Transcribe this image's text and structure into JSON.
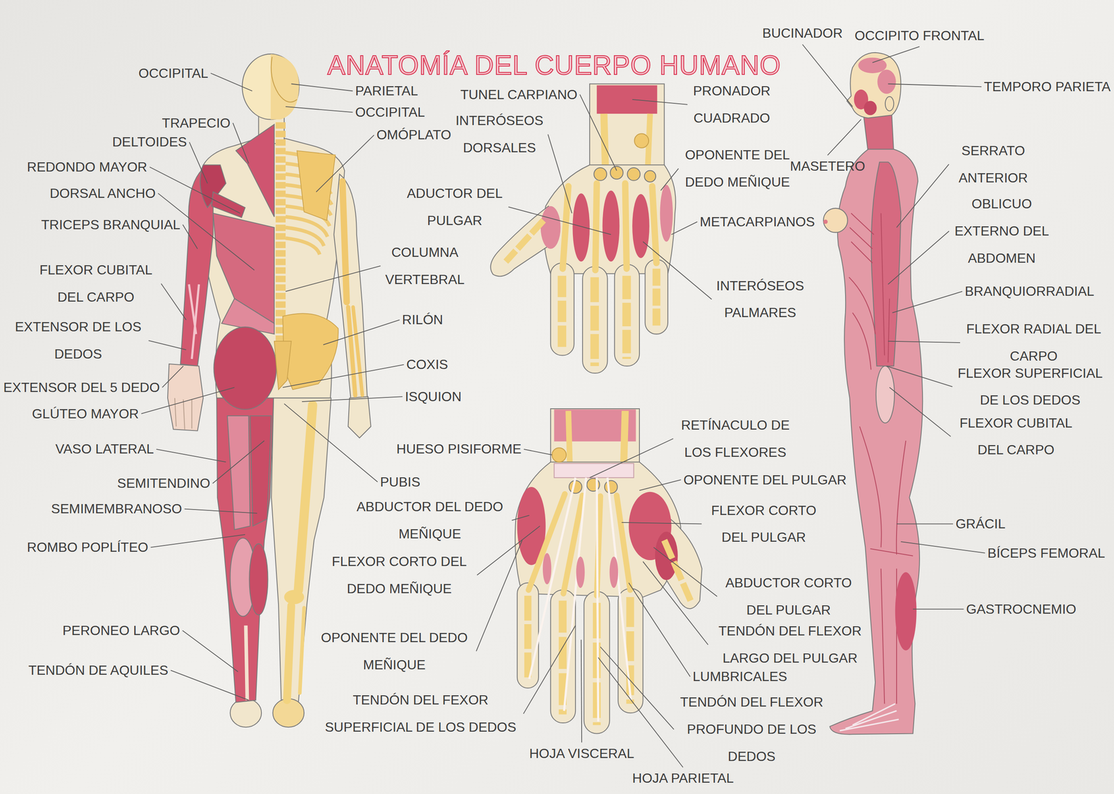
{
  "diagram": {
    "title": "ANATOMÍA DEL CUERPO HUMANO",
    "labels": [
      "OCCIPITAL",
      "PARIETAL",
      "OCCIPITAL",
      "TRAPECIO",
      "DELTOIDES",
      "REDONDO MAYOR",
      "DORSAL ANCHO",
      "OMÓPLATO",
      "TRICEPS BRANQUIAL",
      "FLEXOR CUBITAL DEL CARPO",
      "COLUMNA VERTEBRAL",
      "EXTENSOR DE LOS DEDOS",
      "RILÓN",
      "COXIS",
      "EXTENSOR DEL 5 DEDO",
      "ISQUION",
      "GLÚTEO MAYOR",
      "VASO LATERAL",
      "SEMITENDINO",
      "PUBIS",
      "SEMIMEMBRANOSO",
      "ROMBO POPLÍTEO",
      "PERONEO LARGO",
      "TENDÓN DE AQUILES",
      "TUNEL CARPIANO",
      "INTERÓSEOS DORSALES",
      "PRONADOR CUADRADO",
      "OPONENTE DEL DEDO MEÑIQUE",
      "ADUCTOR DEL PULGAR",
      "METACARPIANOS",
      "INTERÓSEOS PALMARES",
      "RETÍNACULO DE LOS FLEXORES",
      "HUESO PISIFORME",
      "OPONENTE DEL PULGAR",
      "ABDUCTOR DEL DEDO MEÑIQUE",
      "FLEXOR CORTO DEL PULGAR",
      "FLEXOR CORTO DEL DEDO MEÑIQUE",
      "ABDUCTOR CORTO DEL PULGAR",
      "TENDÓN DEL FLEXOR LARGO DEL PULGAR",
      "OPONENTE DEL DEDO MEÑIQUE",
      "LUMBRICALES",
      "TENDÓN DEL FEXOR SUPERFICIAL DE LOS DEDOS",
      "TENDÓN DEL FLEXOR PROFUNDO DE LOS DEDOS",
      "HOJA VISCERAL",
      "HOJA PARIETAL",
      "BUCINADOR",
      "OCCIPITO FRONTAL",
      "TEMPORO PARIETA",
      "MASETERO",
      "SERRATO ANTERIOR",
      "OBLICUO EXTERNO DEL ABDOMEN",
      "BRANQUIORRADIAL",
      "FLEXOR RADIAL DEL CARPO",
      "FLEXOR SUPERFICIAL DE LOS DEDOS",
      "FLEXOR CUBITAL DEL CARPO",
      "GRÁCIL",
      "BÍCEPS FEMORAL",
      "GASTROCNEMIO"
    ]
  }
}
